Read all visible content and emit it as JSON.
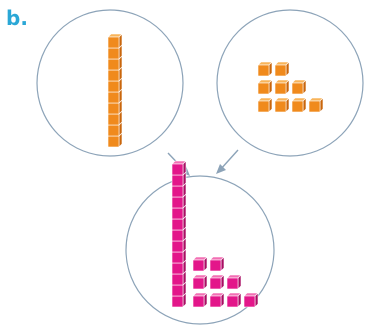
{
  "figure": {
    "label": "b.",
    "label_color": "#2AA7D6",
    "circle_stroke": "#8CA3B8",
    "arrow_color": "#8CA3B8",
    "colors": {
      "orange": {
        "top": "#F8B45A",
        "front": "#F08A1C",
        "side": "#C9660C",
        "edge": "#FFFFFF"
      },
      "magenta": {
        "top": "#F26FB4",
        "front": "#E3168A",
        "side": "#A80E63",
        "edge": "#FFFFFF"
      }
    },
    "groups": [
      {
        "name": "ten-rod-group",
        "color": "orange",
        "rod_cubes": 10,
        "unit_rows": []
      },
      {
        "name": "unit-cubes-group",
        "color": "orange",
        "rod_cubes": 0,
        "unit_rows": [
          2,
          3,
          4
        ]
      },
      {
        "name": "combined-group",
        "color": "magenta",
        "rod_cubes": 13,
        "unit_rows": [
          2,
          3,
          4
        ]
      }
    ]
  }
}
